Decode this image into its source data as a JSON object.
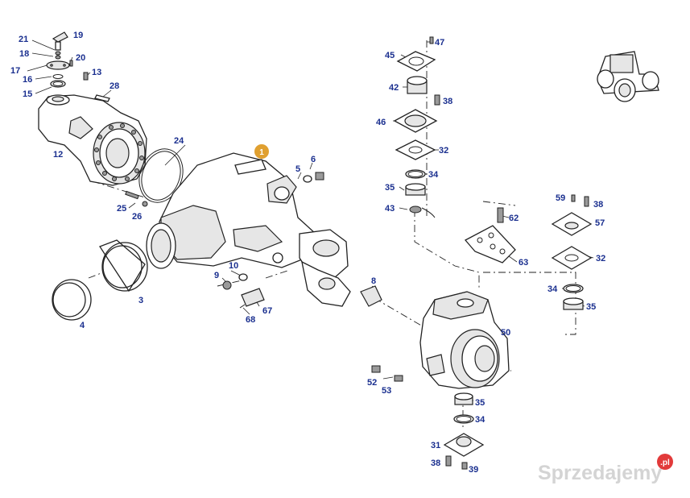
{
  "colors": {
    "label": "#1a2f8f",
    "callout": "#e0a030",
    "watermark": "#d4d4d4",
    "watermark_badge": "#e23a3a"
  },
  "callout": {
    "number": "1"
  },
  "labels": [
    {
      "id": "l19",
      "text": "19"
    },
    {
      "id": "l21",
      "text": "21"
    },
    {
      "id": "l18",
      "text": "18"
    },
    {
      "id": "l20",
      "text": "20"
    },
    {
      "id": "l17",
      "text": "17"
    },
    {
      "id": "l13",
      "text": "13"
    },
    {
      "id": "l16",
      "text": "16"
    },
    {
      "id": "l28",
      "text": "28"
    },
    {
      "id": "l15",
      "text": "15"
    },
    {
      "id": "l12",
      "text": "12"
    },
    {
      "id": "l24",
      "text": "24"
    },
    {
      "id": "l6",
      "text": "6"
    },
    {
      "id": "l5",
      "text": "5"
    },
    {
      "id": "l25",
      "text": "25"
    },
    {
      "id": "l26",
      "text": "26"
    },
    {
      "id": "l3",
      "text": "3"
    },
    {
      "id": "l4",
      "text": "4"
    },
    {
      "id": "l10",
      "text": "10"
    },
    {
      "id": "l9",
      "text": "9"
    },
    {
      "id": "l8",
      "text": "8"
    },
    {
      "id": "l67",
      "text": "67"
    },
    {
      "id": "l68",
      "text": "68"
    },
    {
      "id": "l47",
      "text": "47"
    },
    {
      "id": "l45",
      "text": "45"
    },
    {
      "id": "l42",
      "text": "42"
    },
    {
      "id": "l38a",
      "text": "38"
    },
    {
      "id": "l46",
      "text": "46"
    },
    {
      "id": "l32a",
      "text": "32"
    },
    {
      "id": "l34a",
      "text": "34"
    },
    {
      "id": "l35a",
      "text": "35"
    },
    {
      "id": "l43",
      "text": "43"
    },
    {
      "id": "l62",
      "text": "62"
    },
    {
      "id": "l63",
      "text": "63"
    },
    {
      "id": "l59",
      "text": "59"
    },
    {
      "id": "l38b",
      "text": "38"
    },
    {
      "id": "l57",
      "text": "57"
    },
    {
      "id": "l32b",
      "text": "32"
    },
    {
      "id": "l34b",
      "text": "34"
    },
    {
      "id": "l35b",
      "text": "35"
    },
    {
      "id": "l50",
      "text": "50"
    },
    {
      "id": "l52",
      "text": "52"
    },
    {
      "id": "l53",
      "text": "53"
    },
    {
      "id": "l35c",
      "text": "35"
    },
    {
      "id": "l34c",
      "text": "34"
    },
    {
      "id": "l31",
      "text": "31"
    },
    {
      "id": "l38c",
      "text": "38"
    },
    {
      "id": "l39",
      "text": "39"
    }
  ],
  "watermark": {
    "text": "Sprzedajemy",
    "badge": ".pl"
  }
}
